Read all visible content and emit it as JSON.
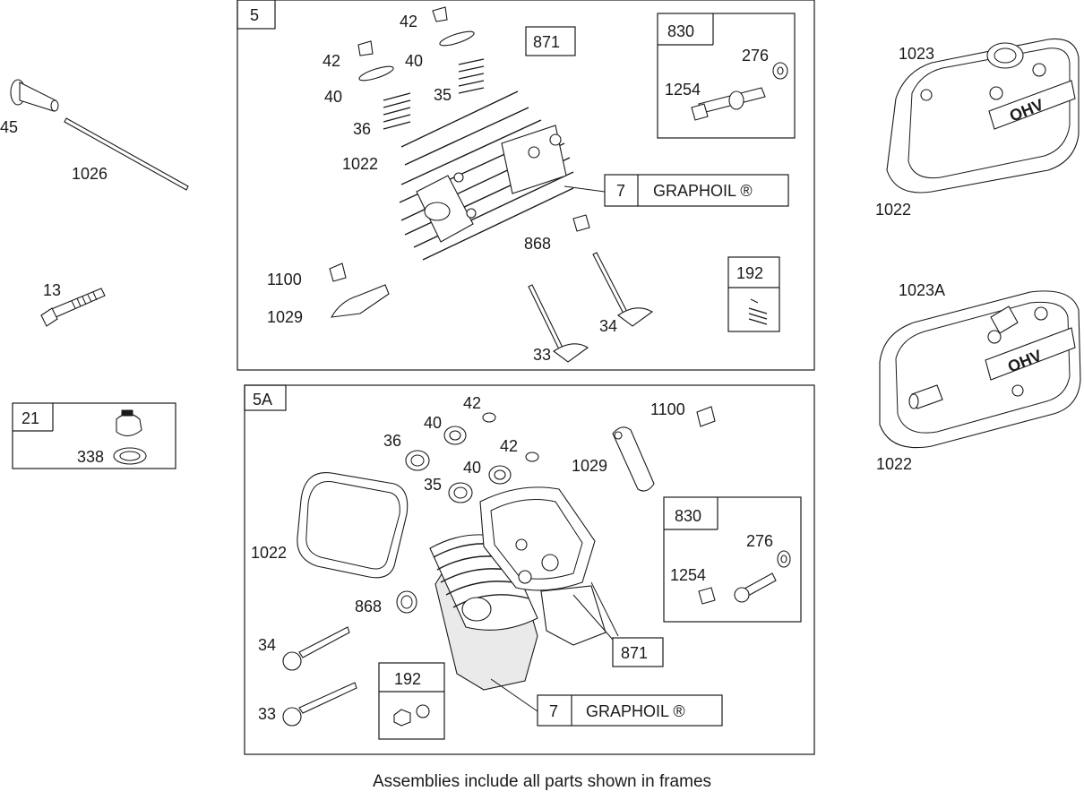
{
  "frames": {
    "kit_5": "5",
    "kit_5A": "5A",
    "kit_21": "21",
    "kit_830_top": "830",
    "kit_830_bottom": "830",
    "kit_192_top": "192",
    "kit_192_bottom": "192",
    "kit_871_top": "871",
    "kit_871_bottom": "871",
    "graphoil_num": "7",
    "graphoil_label": "GRAPHOIL ®"
  },
  "labels": {
    "p45": "45",
    "p1026": "1026",
    "p13": "13",
    "p338": "338",
    "p42": "42",
    "p40": "40",
    "p35": "35",
    "p36": "36",
    "p1022": "1022",
    "p868": "868",
    "p1100": "1100",
    "p1029": "1029",
    "p33": "33",
    "p34": "34",
    "p276": "276",
    "p1254": "1254",
    "p1023": "1023",
    "p1023A": "1023A"
  },
  "cover_logo_text": "OHV",
  "footer_note": "Assemblies include all parts shown in frames"
}
